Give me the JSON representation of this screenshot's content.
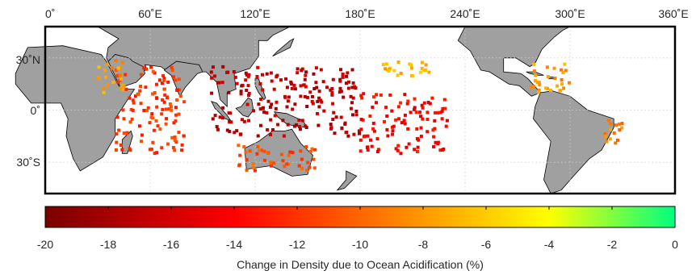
{
  "map": {
    "lon_ticks": [
      "0˚",
      "60˚E",
      "120˚E",
      "180˚E",
      "240˚E",
      "300˚E",
      "360˚E"
    ],
    "lon_values": [
      0,
      60,
      120,
      180,
      240,
      300,
      360
    ],
    "lat_ticks": [
      "30˚N",
      "0˚",
      "30˚S"
    ],
    "lat_values": [
      30,
      0,
      -30
    ],
    "lon_range": [
      0,
      360
    ],
    "lat_range": [
      -48,
      48
    ],
    "grid": true,
    "ocean_color": "#ffffff",
    "land_color": "#a0a0a0",
    "coastline_color": "#000000"
  },
  "colorbar": {
    "label": "Change in Density due to Ocean Acidification (%)",
    "ticks": [
      "-20",
      "-18",
      "-16",
      "-14",
      "-12",
      "-10",
      "-8",
      "-6",
      "-4",
      "-2",
      "0"
    ],
    "range": [
      -20,
      0
    ],
    "colors": [
      "#7a0000",
      "#ff0000",
      "#ffa500",
      "#ffff00",
      "#00ff7f"
    ]
  },
  "chart_data": {
    "type": "scatter",
    "title": "",
    "xlabel": "",
    "ylabel": "",
    "xlim": [
      0,
      360
    ],
    "ylim": [
      -48,
      48
    ],
    "color_label": "Change in Density due to Ocean Acidification (%)",
    "clim": [
      -20,
      0
    ],
    "regions": [
      {
        "lon_range": [
          95,
          180
        ],
        "lat_range": [
          -15,
          25
        ],
        "value": -17
      },
      {
        "lon_range": [
          180,
          230
        ],
        "lat_range": [
          -25,
          10
        ],
        "value": -14
      },
      {
        "lon_range": [
          40,
          80
        ],
        "lat_range": [
          -25,
          25
        ],
        "value": -12
      },
      {
        "lon_range": [
          30,
          45
        ],
        "lat_range": [
          10,
          30
        ],
        "value": -8
      },
      {
        "lon_range": [
          110,
          155
        ],
        "lat_range": [
          -35,
          -20
        ],
        "value": -11
      },
      {
        "lon_range": [
          275,
          300
        ],
        "lat_range": [
          10,
          27
        ],
        "value": -8
      },
      {
        "lon_range": [
          320,
          330
        ],
        "lat_range": [
          -22,
          -5
        ],
        "value": -9
      },
      {
        "lon_range": [
          190,
          220
        ],
        "lat_range": [
          18,
          28
        ],
        "value": -7
      }
    ]
  }
}
